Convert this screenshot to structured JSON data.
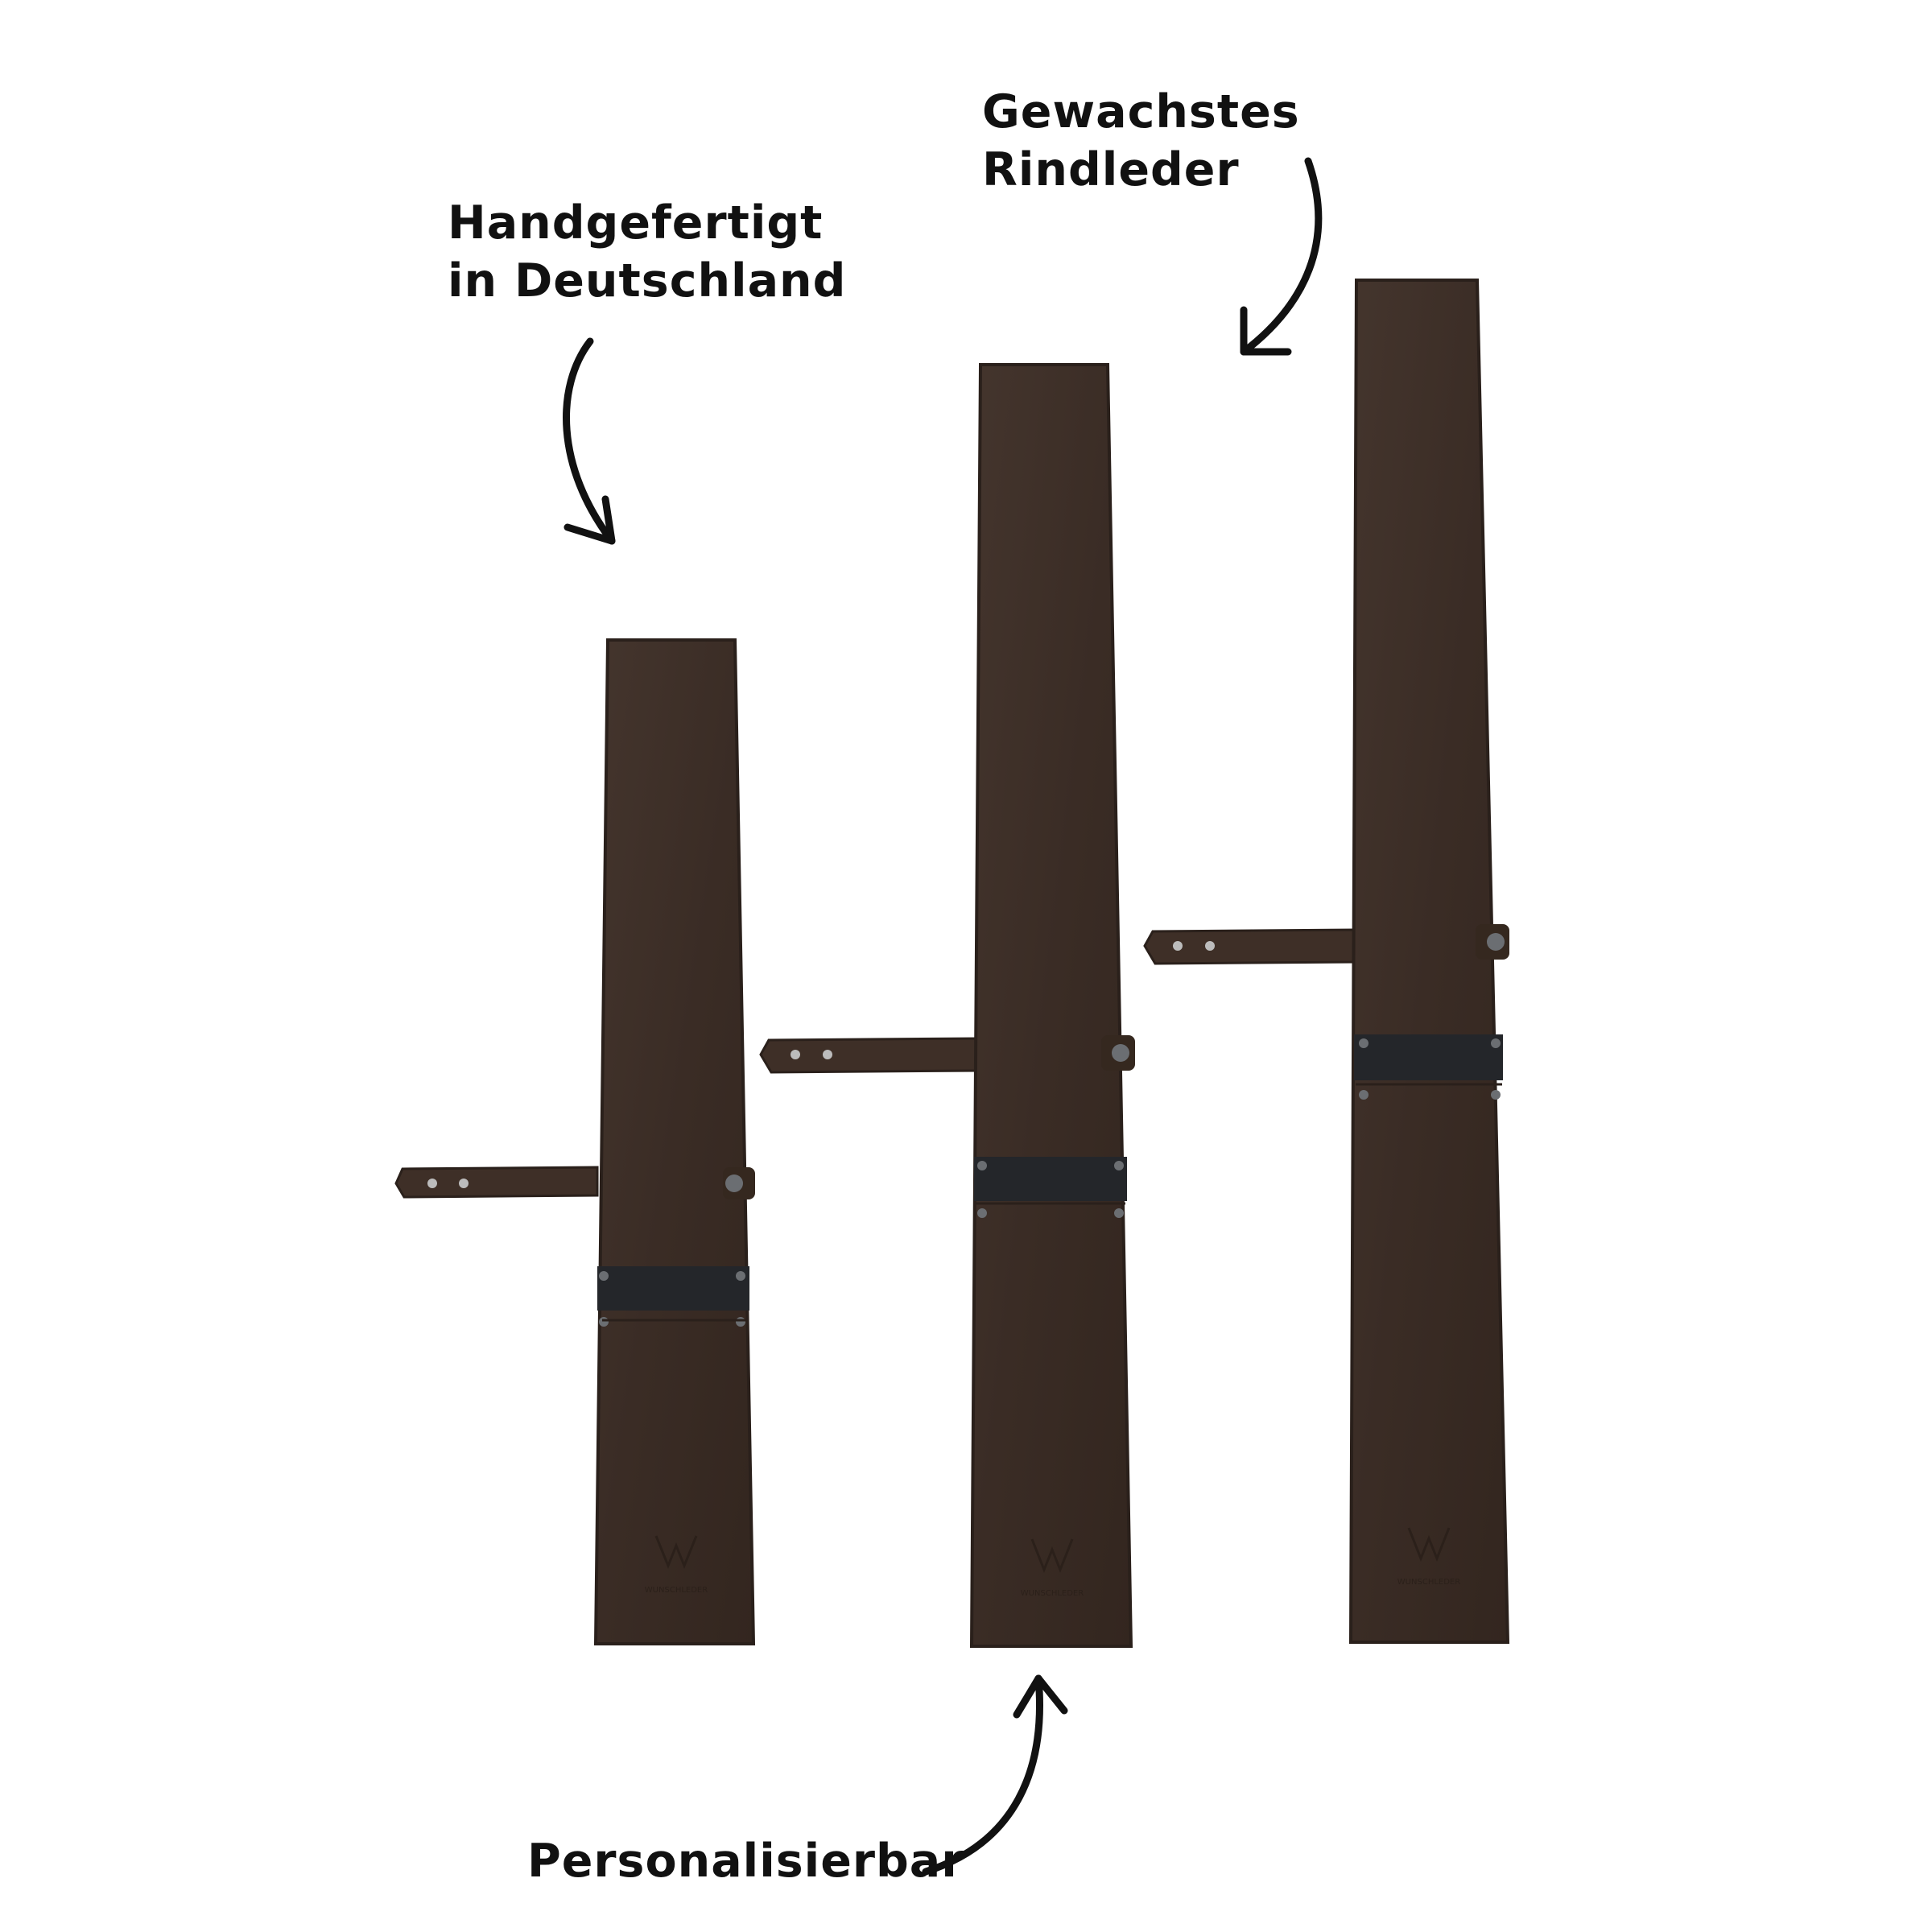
{
  "annotations": {
    "handmade": {
      "line1": "Handgefertigt",
      "line2": "in Deutschland"
    },
    "leather": {
      "line1": "Gewachstes",
      "line2": "Rindleder"
    },
    "personal": {
      "line1": "Personalisierbar"
    }
  },
  "products": [
    {
      "name": "knife-roll-short",
      "brand_mark": "WUNSCHLEDER"
    },
    {
      "name": "knife-roll-medium",
      "brand_mark": "WUNSCHLEDER"
    },
    {
      "name": "knife-roll-long",
      "brand_mark": "WUNSCHLEDER"
    }
  ],
  "colors": {
    "leather": "#3b2d26",
    "leather_edge": "#2a201b",
    "elastic_band": "#24262a",
    "strap": "#3e2f27",
    "rivet": "#6b6e72",
    "arrow": "#111111",
    "background": "#ffffff"
  },
  "icons": [
    "arrow-down-icon",
    "arrow-down-left-icon",
    "arrow-up-icon",
    "brand-logo-icon"
  ]
}
